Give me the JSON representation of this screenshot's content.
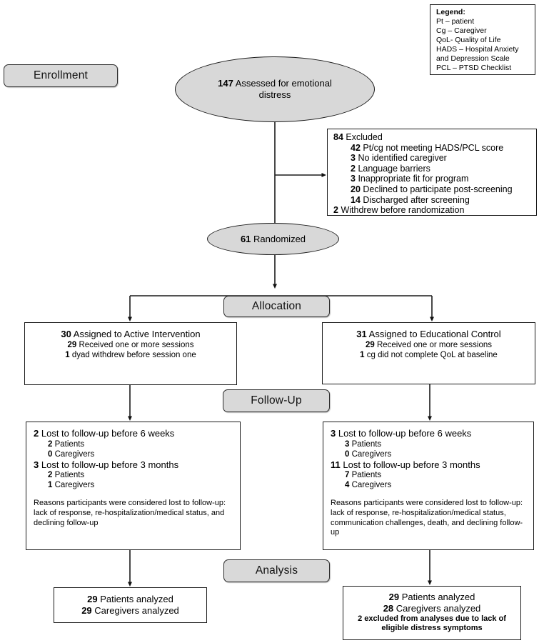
{
  "legend": {
    "title": "Legend:",
    "items": [
      "Pt – patient",
      "Cg – Caregiver",
      "QoL- Quality of Life",
      "HADS – Hospital Anxiety and Depression Scale",
      "PCL – PTSD Checklist"
    ]
  },
  "phase_labels": {
    "enrollment": "Enrollment",
    "allocation": "Allocation",
    "followup": "Follow-Up",
    "analysis": "Analysis"
  },
  "assessed": {
    "num": "147",
    "label": "Assessed for emotional distress"
  },
  "excluded": {
    "head": {
      "num": "84",
      "label": "Excluded"
    },
    "reasons": [
      {
        "num": "42",
        "label": "Pt/cg not meeting HADS/PCL score"
      },
      {
        "num": "3",
        "label": "No identified caregiver"
      },
      {
        "num": "2",
        "label": "Language barriers"
      },
      {
        "num": "3",
        "label": "Inappropriate fit for program"
      },
      {
        "num": "20",
        "label": "Declined to participate post-screening"
      },
      {
        "num": "14",
        "label": "Discharged after screening"
      }
    ],
    "withdrew": {
      "num": "2",
      "label": "Withdrew before randomization"
    }
  },
  "randomized": {
    "num": "61",
    "label": "Randomized"
  },
  "alloc_left": {
    "head": {
      "num": "30",
      "label": "Assigned to Active Intervention"
    },
    "line2": {
      "num": "29",
      "label": "Received one or more sessions"
    },
    "line3": {
      "num": "1",
      "label": "dyad withdrew before session one"
    }
  },
  "alloc_right": {
    "head": {
      "num": "31",
      "label": "Assigned to Educational Control"
    },
    "line2": {
      "num": "29",
      "label": "Received one or more sessions"
    },
    "line3": {
      "num": "1",
      "label": "cg did not complete QoL at baseline"
    }
  },
  "fu_left": {
    "g1": {
      "num": "2",
      "label": "Lost to follow-up before 6 weeks"
    },
    "g1s1": {
      "num": "2",
      "label": "Patients"
    },
    "g1s2": {
      "num": "0",
      "label": "Caregivers"
    },
    "g2": {
      "num": "3",
      "label": "Lost to follow-up before 3 months"
    },
    "g2s1": {
      "num": "2",
      "label": "Patients"
    },
    "g2s2": {
      "num": "1",
      "label": "Caregivers"
    },
    "reasons": "Reasons participants were considered lost to follow-up: lack of response, re-hospitalization/medical status, and declining follow-up"
  },
  "fu_right": {
    "g1": {
      "num": "3",
      "label": "Lost to follow-up before 6 weeks"
    },
    "g1s1": {
      "num": "3",
      "label": "Patients"
    },
    "g1s2": {
      "num": "0",
      "label": "Caregivers"
    },
    "g2": {
      "num": "11",
      "label": "Lost to follow-up before 3 months"
    },
    "g2s1": {
      "num": "7",
      "label": "Patients"
    },
    "g2s2": {
      "num": "4",
      "label": "Caregivers"
    },
    "reasons": "Reasons participants were considered lost to follow-up: lack of response, re-hospitalization/medical status, communication challenges, death, and declining follow-up"
  },
  "analysis_left": {
    "l1": {
      "num": "29",
      "label": "Patients analyzed"
    },
    "l2": {
      "num": "29",
      "label": "Caregivers analyzed"
    }
  },
  "analysis_right": {
    "l1": {
      "num": "29",
      "label": "Patients analyzed"
    },
    "l2": {
      "num": "28",
      "label": "Caregivers analyzed"
    },
    "note": "2 excluded from analyses due to lack of eligible distress symptoms"
  }
}
